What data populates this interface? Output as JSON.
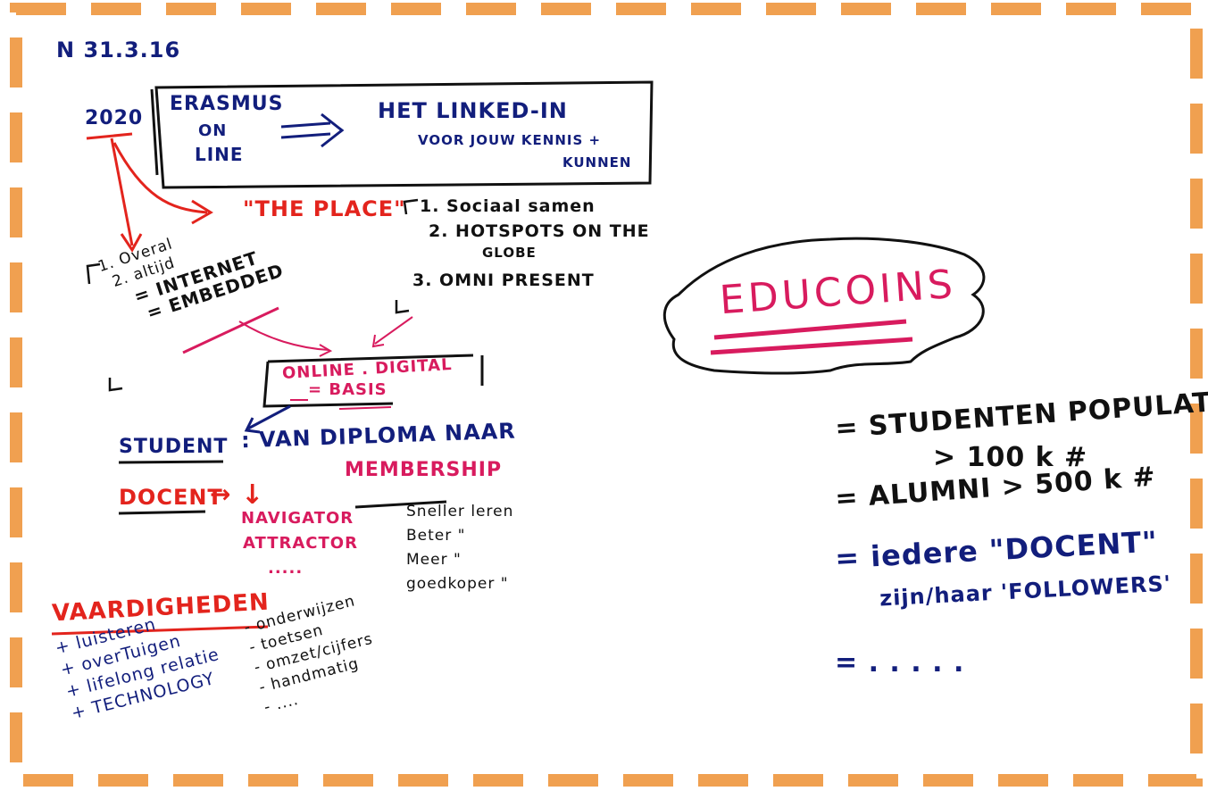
{
  "date": "N 31.3.16",
  "year": "2020",
  "erasmus": {
    "line1": "ERASMUS",
    "line2": "ON",
    "line3": "LINE"
  },
  "linkedin": {
    "title": "HET LINKED-IN",
    "sub1": "VOOR JOUW KENNIS +",
    "sub2": "KUNNEN"
  },
  "the_place": "\"THE PLACE\"",
  "place_list": [
    "1. Sociaal samen",
    "2. HOTSPOTS ON THE",
    "GLOBE",
    "3. OMNI PRESENT"
  ],
  "overal": {
    "l1": "1. Overal",
    "l2": "2. altijd",
    "l3": "= INTERNET",
    "l4": "= EMBEDDED"
  },
  "online": {
    "l1": "ONLINE . DIGITAL",
    "l2": "= BASIS"
  },
  "student": {
    "label": "STUDENT",
    "text": ": VAN DIPLOMA NAAR",
    "membership": "MEMBERSHIP"
  },
  "docent": {
    "label": "DOCENT",
    "arrow": "→",
    "down": "↓",
    "nav": "NAVIGATOR",
    "attr": "ATTRACTOR",
    "dots": "....."
  },
  "leren": [
    "Sneller leren",
    "Beter   \"",
    "Meer     \"",
    "goedkoper \""
  ],
  "vaardigheden": {
    "title": "VAARDIGHEDEN",
    "left": [
      "+ luisteren",
      "+ overTuigen",
      "+ lifelong relatie",
      "+ TECHNOLOGY"
    ],
    "right": [
      "- onderwijzen",
      "- toetsen",
      "- omzet/cijfers",
      "- handmatig",
      "- ...."
    ]
  },
  "educoins": "EDUCOINS",
  "bullets": [
    {
      "l1": "= STUDENTEN POPULATIE",
      "l2": "> 100 k #"
    },
    {
      "l1": "= ALUMNI > 500 k #"
    },
    {
      "l1": "= iedere \"DOCENT\"",
      "l2": "zijn/haar 'FOLLOWERS'"
    },
    {
      "l1": "= . . . . ."
    }
  ],
  "colors": {
    "border": "#f0a050",
    "navy": "#121e7c",
    "red": "#e3241d",
    "pink": "#d81b5e"
  }
}
